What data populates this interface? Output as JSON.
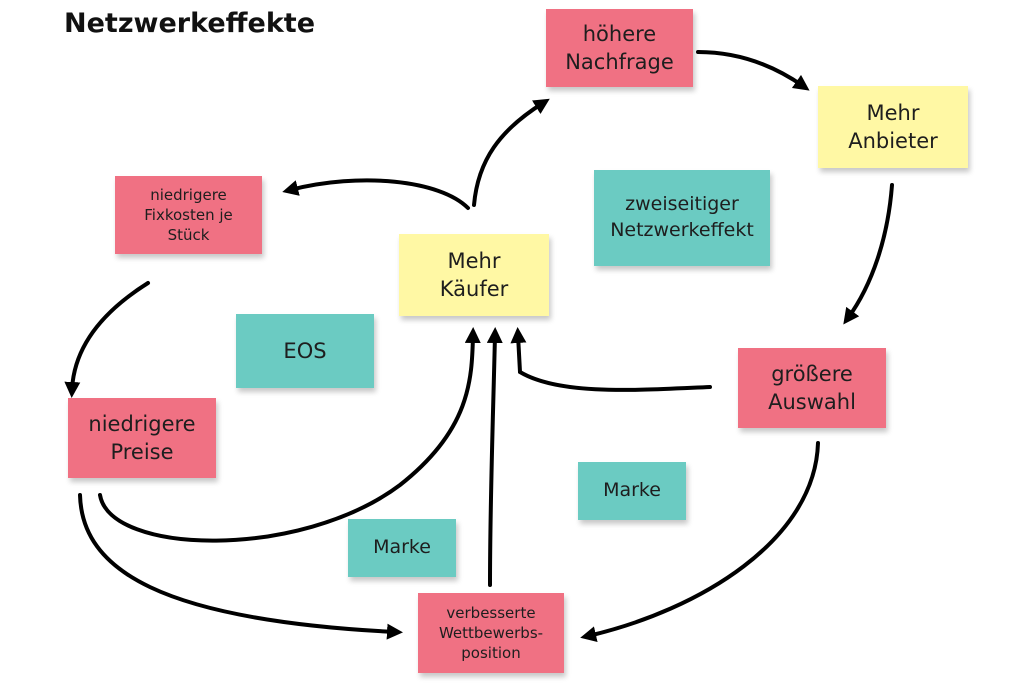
{
  "title": "Netzwerkeffekte",
  "colors": {
    "red": "#f07183",
    "yellow": "#fff8a4",
    "teal": "#6bcbc2",
    "arrow": "#000000"
  },
  "notes": {
    "hoehere_nachfrage": "höhere\nNachfrage",
    "mehr_anbieter": "Mehr\nAnbieter",
    "niedrigere_fixkosten": "niedrigere\nFixkosten je\nStück",
    "zweiseitiger": "zweiseitiger\nNetzwerkeffekt",
    "mehr_kaeufer": "Mehr\nKäufer",
    "eos": "EOS",
    "groessere_auswahl": "größere\nAuswahl",
    "niedrigere_preise": "niedrigere\nPreise",
    "marke_right": "Marke",
    "marke_left": "Marke",
    "verbesserte": "verbesserte\nWettbewerbs-\nposition"
  }
}
